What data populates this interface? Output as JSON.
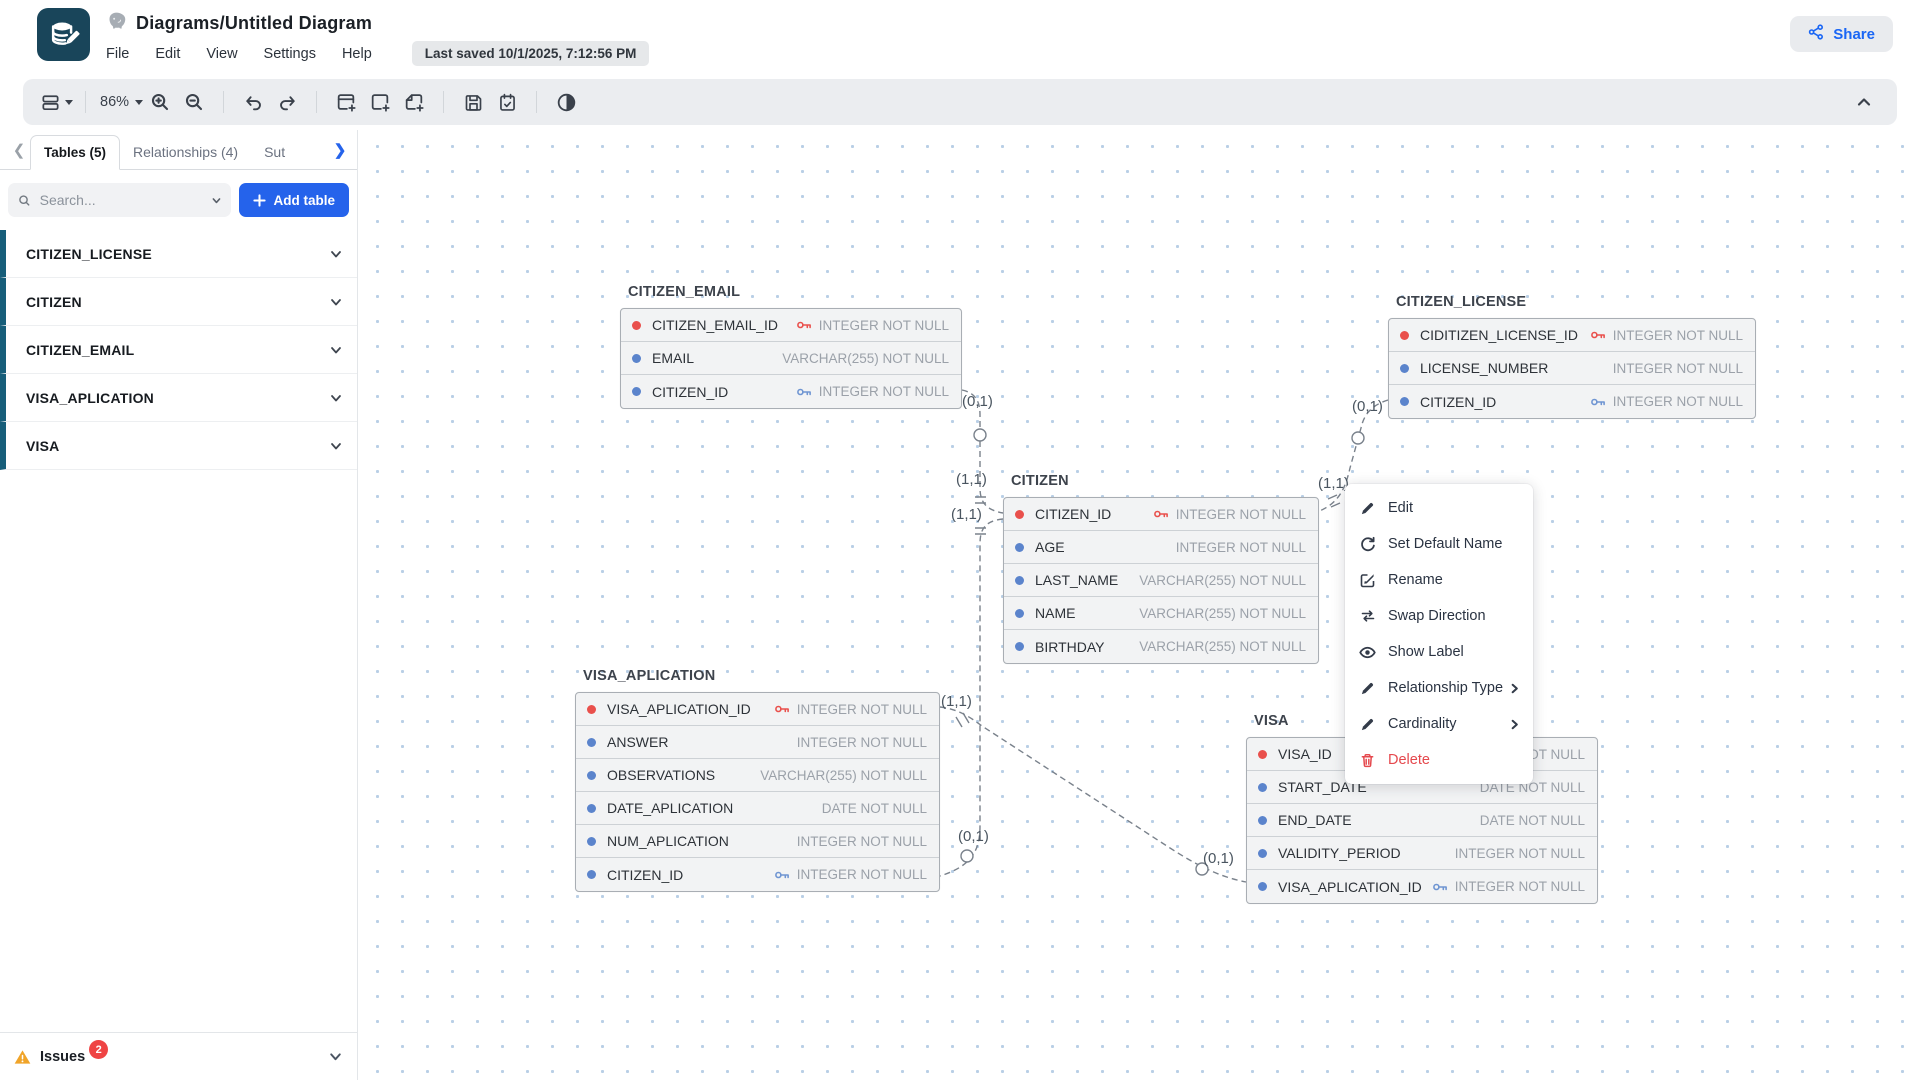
{
  "header": {
    "app_title": "Diagrams/Untitled Diagram",
    "menu": [
      "File",
      "Edit",
      "View",
      "Settings",
      "Help"
    ],
    "last_saved": "Last saved 10/1/2025, 7:12:56 PM",
    "share_label": "Share"
  },
  "toolbar": {
    "zoom_level": "86%"
  },
  "sidebar": {
    "tabs": [
      {
        "label": "Tables (5)",
        "active": true
      },
      {
        "label": "Relationships (4)",
        "active": false
      },
      {
        "label": "Sut",
        "active": false
      }
    ],
    "search_placeholder": "Search...",
    "add_table_label": "Add table",
    "tables": [
      "CITIZEN_LICENSE",
      "CITIZEN",
      "CITIZEN_EMAIL",
      "VISA_APLICATION",
      "VISA"
    ],
    "issues": {
      "label": "Issues",
      "count": "2"
    }
  },
  "canvas": {
    "tables": [
      {
        "title": "CITIZEN_EMAIL",
        "fields": [
          {
            "name": "CITIZEN_EMAIL_ID",
            "type": "INTEGER NOT NULL",
            "pk": true
          },
          {
            "name": "EMAIL",
            "type": "VARCHAR(255) NOT NULL"
          },
          {
            "name": "CITIZEN_ID",
            "type": "INTEGER NOT NULL",
            "fk": true
          }
        ]
      },
      {
        "title": "CITIZEN_LICENSE",
        "fields": [
          {
            "name": "CIDITIZEN_LICENSE_ID",
            "type": "INTEGER NOT NULL",
            "pk": true
          },
          {
            "name": "LICENSE_NUMBER",
            "type": "INTEGER NOT NULL"
          },
          {
            "name": "CITIZEN_ID",
            "type": "INTEGER NOT NULL",
            "fk": true
          }
        ]
      },
      {
        "title": "CITIZEN",
        "fields": [
          {
            "name": "CITIZEN_ID",
            "type": "INTEGER NOT NULL",
            "pk": true
          },
          {
            "name": "AGE",
            "type": "INTEGER NOT NULL"
          },
          {
            "name": "LAST_NAME",
            "type": "VARCHAR(255) NOT NULL"
          },
          {
            "name": "NAME",
            "type": "VARCHAR(255) NOT NULL"
          },
          {
            "name": "BIRTHDAY",
            "type": "VARCHAR(255) NOT NULL"
          }
        ]
      },
      {
        "title": "VISA_APLICATION",
        "fields": [
          {
            "name": "VISA_APLICATION_ID",
            "type": "INTEGER NOT NULL",
            "pk": true
          },
          {
            "name": "ANSWER",
            "type": "INTEGER NOT NULL"
          },
          {
            "name": "OBSERVATIONS",
            "type": "VARCHAR(255) NOT NULL"
          },
          {
            "name": "DATE_APLICATION",
            "type": "DATE NOT NULL"
          },
          {
            "name": "NUM_APLICATION",
            "type": "INTEGER NOT NULL"
          },
          {
            "name": "CITIZEN_ID",
            "type": "INTEGER NOT NULL",
            "fk": true
          }
        ]
      },
      {
        "title": "VISA",
        "fields": [
          {
            "name": "VISA_ID",
            "type": "INTEGER NOT NULL",
            "pk": true
          },
          {
            "name": "START_DATE",
            "type": "DATE NOT NULL"
          },
          {
            "name": "END_DATE",
            "type": "DATE NOT NULL"
          },
          {
            "name": "VALIDITY_PERIOD",
            "type": "INTEGER NOT NULL"
          },
          {
            "name": "VISA_APLICATION_ID",
            "type": "INTEGER NOT NULL",
            "fk": true
          }
        ]
      }
    ],
    "labels": [
      {
        "text": "(0,1)"
      },
      {
        "text": "(1,1)"
      },
      {
        "text": "(1,1)"
      },
      {
        "text": "(0,1)"
      },
      {
        "text": "(1,1)"
      },
      {
        "text": "(0,1)"
      },
      {
        "text": "(1,1)"
      },
      {
        "text": "(0,1)"
      }
    ]
  },
  "context_menu": {
    "items": [
      {
        "label": "Edit",
        "icon": "pencil-icon"
      },
      {
        "label": "Set Default Name",
        "icon": "refresh-icon"
      },
      {
        "label": "Rename",
        "icon": "rename-icon"
      },
      {
        "label": "Swap Direction",
        "icon": "swap-icon"
      },
      {
        "label": "Show Label",
        "icon": "eye-icon"
      },
      {
        "label": "Relationship Type",
        "icon": "pencil-icon",
        "submenu": true
      },
      {
        "label": "Cardinality",
        "icon": "pencil-icon",
        "submenu": true
      },
      {
        "label": "Delete",
        "icon": "trash-icon",
        "danger": true
      }
    ]
  },
  "colors": {
    "accent_blue": "#2563eb",
    "table_teal": "#175e7a",
    "pk_red": "#e9504c",
    "fk_blue": "#6f95d2",
    "danger_red": "#e5484d",
    "warning_amber": "#f0a429",
    "logo_teal": "#19455a"
  }
}
